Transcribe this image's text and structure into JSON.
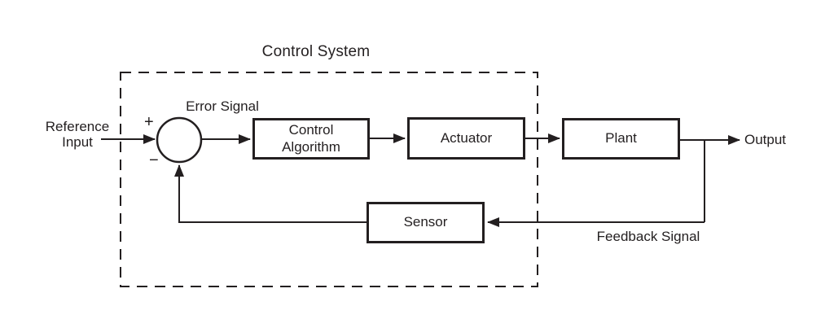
{
  "diagram": {
    "type": "block-diagram",
    "title": "Control System",
    "summing_junction": {
      "plus": "+",
      "minus": "−"
    },
    "blocks": [
      {
        "id": "control_algorithm",
        "label": "Control Algorithm"
      },
      {
        "id": "actuator",
        "label": "Actuator"
      },
      {
        "id": "plant",
        "label": "Plant"
      },
      {
        "id": "sensor",
        "label": "Sensor"
      }
    ],
    "signals": {
      "reference_input": "Reference Input",
      "error_signal": "Error Signal",
      "output": "Output",
      "feedback_signal": "Feedback Signal"
    },
    "connections": [
      "Reference Input -> summing junction (+)",
      "summing junction -> Control Algorithm (Error Signal)",
      "Control Algorithm -> Actuator",
      "Actuator -> Plant",
      "Plant -> Output",
      "Output branch -> Sensor (Feedback Signal)",
      "Sensor -> summing junction (−)"
    ],
    "colors": {
      "ink": "#231f20",
      "background": "#ffffff"
    }
  }
}
